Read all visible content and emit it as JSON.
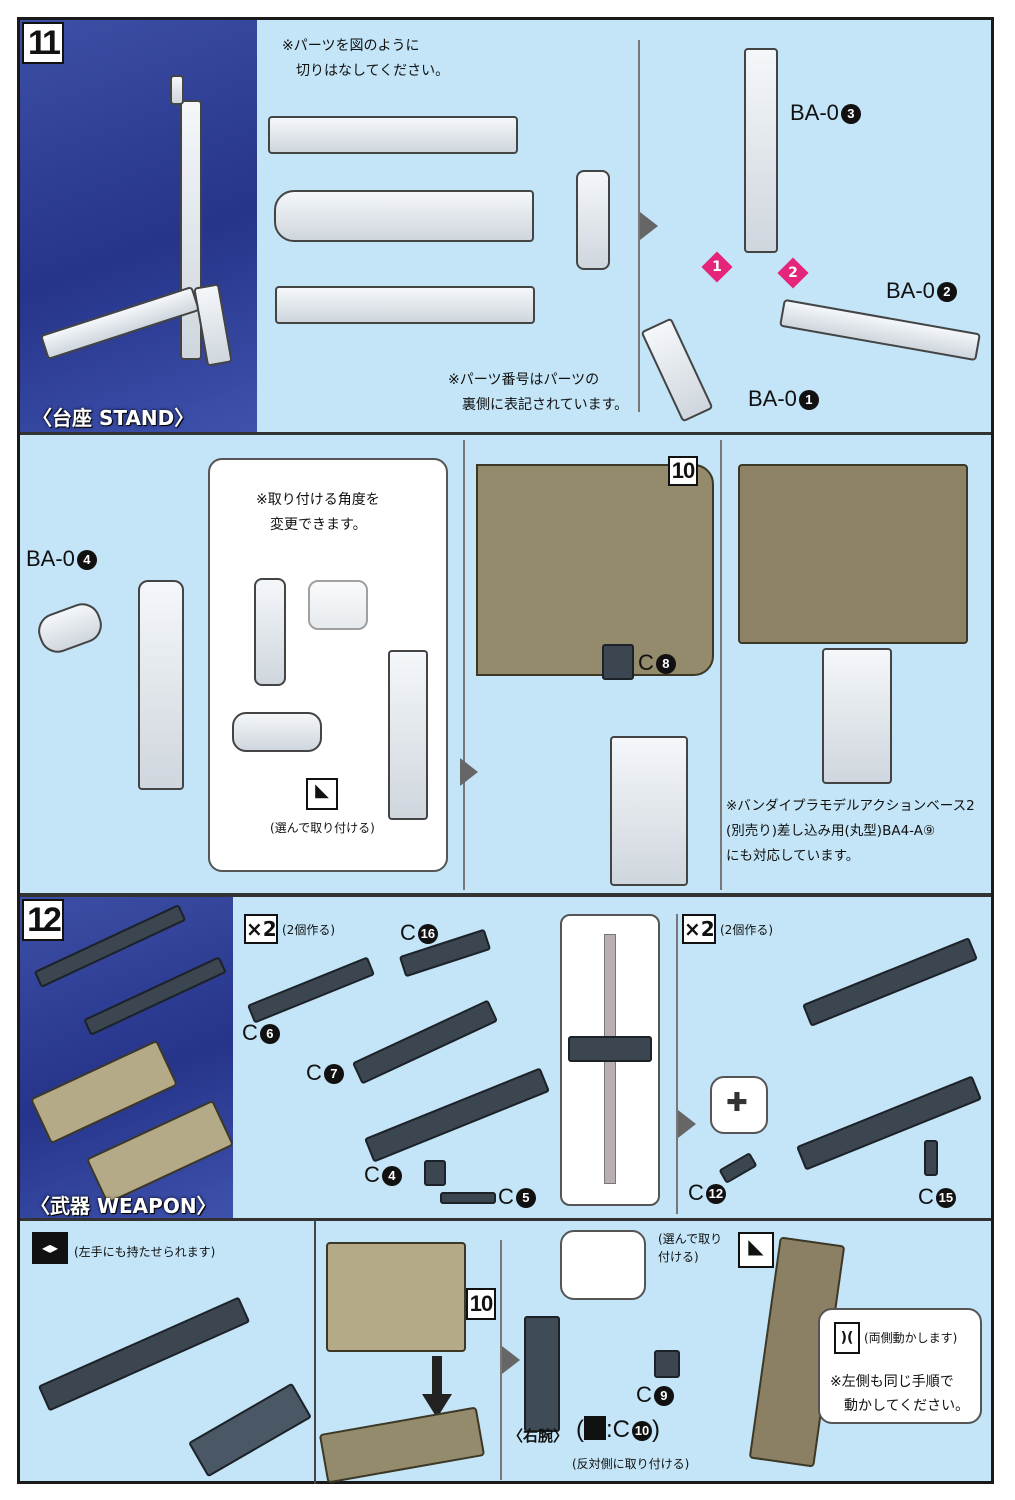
{
  "step11": {
    "number": "11",
    "panel_title": "〈台座 STAND〉",
    "note_cut": [
      "※パーツを図のように",
      "切りはなしてください。"
    ],
    "note_numbers": [
      "※パーツ番号はパーツの",
      "裏側に表記されています。"
    ],
    "parts": [
      {
        "label": "BA-0",
        "num": "3"
      },
      {
        "label": "BA-0",
        "num": "2"
      },
      {
        "label": "BA-0",
        "num": "1"
      },
      {
        "label": "BA-0",
        "num": "4"
      }
    ],
    "order_badges": [
      "1",
      "2"
    ],
    "callout_angle": [
      "※取り付ける角度を",
      "変更できます。"
    ],
    "select_note": "(選んで取り付ける)",
    "ref_step": "10",
    "c8": {
      "label": "C",
      "num": "8"
    },
    "action_base_note": [
      "※バンダイプラモデルアクションベース2",
      "(別売り)差し込み用(丸型)BA4-A⑨",
      "にも対応しています。"
    ]
  },
  "step12": {
    "number": "12",
    "panel_title": "〈武器 WEAPON〉",
    "make_two": {
      "mult": "×2",
      "text": "(2個作る)"
    },
    "parts": [
      {
        "label": "C",
        "num": "16"
      },
      {
        "label": "C",
        "num": "6"
      },
      {
        "label": "C",
        "num": "7"
      },
      {
        "label": "C",
        "num": "4"
      },
      {
        "label": "C",
        "num": "5"
      },
      {
        "label": "C",
        "num": "12"
      },
      {
        "label": "C",
        "num": "15"
      },
      {
        "label": "C",
        "num": "9"
      },
      {
        "label": "C",
        "num": "10"
      }
    ],
    "left_hand_note": "(左手にも持たせられます)",
    "ref_step": "10",
    "select_note": [
      "(選んで取り",
      "付ける)"
    ],
    "right_arm": "〈右腕〉",
    "opposite_note": "(反対側に取り付ける)",
    "both_sides": "(両側動かします)",
    "left_same": [
      "※左側も同じ手順で",
      "動かしてください。"
    ]
  },
  "colors": {
    "background": "#c3e5f7",
    "panel_blue": "#26348a",
    "badge_pink": "#e5257a",
    "cut_mark_red": "#e02020"
  }
}
